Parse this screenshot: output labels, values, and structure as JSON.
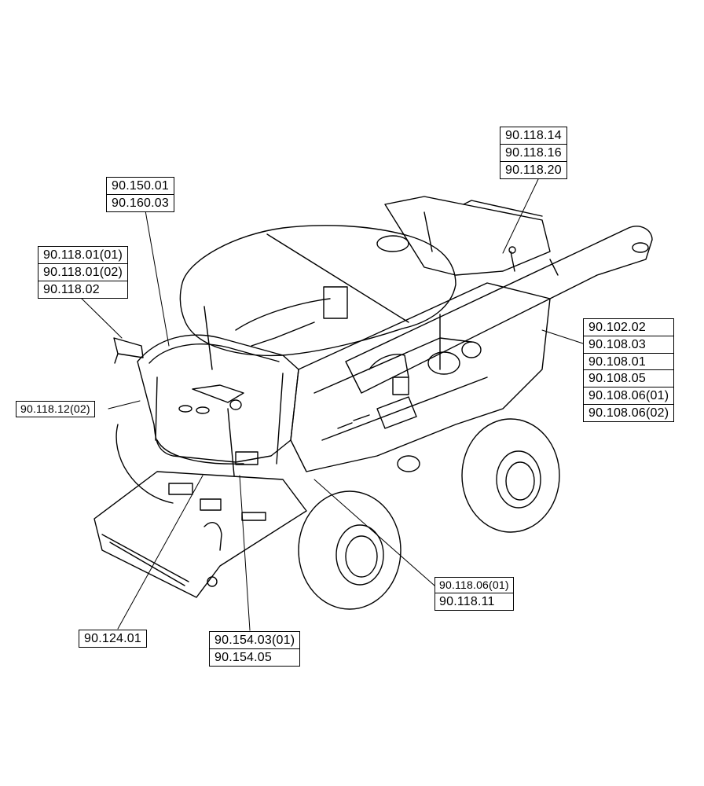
{
  "callouts": {
    "top_right": [
      "90.118.14",
      "90.118.16",
      "90.118.20"
    ],
    "cab_top": [
      "90.150.01",
      "90.160.03"
    ],
    "left_upper": [
      "90.118.01(01)",
      "90.118.01(02)",
      "90.118.02"
    ],
    "right_side": [
      "90.102.02",
      "90.108.03",
      "90.108.01",
      "90.108.05",
      "90.108.06(01)",
      "90.108.06(02)"
    ],
    "left_mid": [
      "90.118.12(02)"
    ],
    "wheel_front": [
      "90.118.06(01)",
      "90.118.11"
    ],
    "feeder": [
      "90.124.01"
    ],
    "steps": [
      "90.154.03(01)",
      "90.154.05"
    ]
  }
}
